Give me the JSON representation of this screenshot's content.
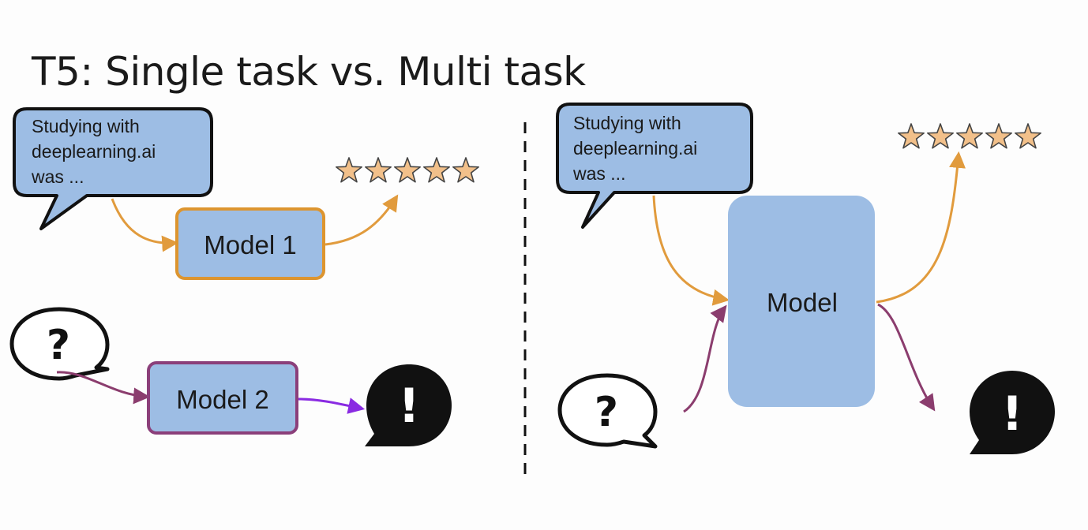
{
  "title": "T5: Single task vs. Multi task",
  "input_text": {
    "line1": "Studying with",
    "line2": "deeplearning.ai",
    "line3": "was ..."
  },
  "models": {
    "single_1": "Model 1",
    "single_2": "Model 2",
    "multi": "Model"
  },
  "glyphs": {
    "question": "?",
    "answer": "!"
  },
  "colors": {
    "box_fill": "#9dbde4",
    "sentiment_arrow": "#e19b3d",
    "qa_arrow": "#8b3d6e",
    "qa_arrow_bright": "#8a2be2",
    "star_fill": "#f2c08a",
    "model1_border": "#dd952f",
    "model2_border": "#8b3f7a"
  },
  "icons": [
    "speech-bubble-icon",
    "question-bubble-icon",
    "exclamation-bubble-icon",
    "star-icon",
    "arrow-icon"
  ]
}
